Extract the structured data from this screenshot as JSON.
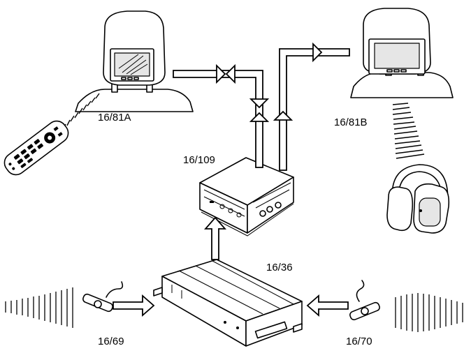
{
  "labels": {
    "monitor_left": "16/81A",
    "monitor_right": "16/81B",
    "dvd_player": "16/109",
    "receiver_box": "16/36",
    "antenna_left": "16/69",
    "antenna_right": "16/70"
  },
  "icons": [
    "headrest-monitor-icon",
    "remote-control-icon",
    "dvd-player-icon",
    "wireless-headphones-icon",
    "receiver-box-icon",
    "antenna-icon",
    "signal-waves-icon",
    "flow-arrow-icon"
  ]
}
